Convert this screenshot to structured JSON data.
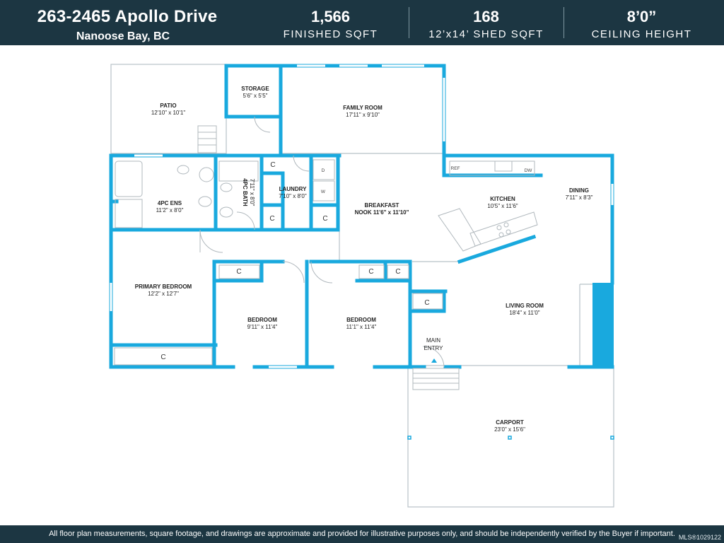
{
  "header": {
    "address_line1": "263-2465 Apollo Drive",
    "address_line2": "Nanoose Bay, BC",
    "stats": [
      {
        "value": "1,566",
        "label": "FINISHED SQFT"
      },
      {
        "value": "168",
        "label": "12’x14’ SHED SQFT"
      },
      {
        "value": "8’0”",
        "label": "CEILING HEIGHT"
      }
    ]
  },
  "rooms": {
    "patio": {
      "name": "PATIO",
      "dims": "12'10\" x 10'1\""
    },
    "storage": {
      "name": "STORAGE",
      "dims": "5'6\" x 5'5\""
    },
    "family_room": {
      "name": "FAMILY ROOM",
      "dims": "17'11\" x 9'10\""
    },
    "ensuite": {
      "name": "4PC ENS",
      "dims": "11'2\" x 8'0\""
    },
    "bath": {
      "name": "4PC BATH",
      "dims": "7'11\" x 8'0\""
    },
    "laundry": {
      "name": "LAUNDRY",
      "dims": "7'10\" x 8'0\""
    },
    "breakfast_nook": {
      "name": "BREAKFAST",
      "name2": "NOOK 11'6\" x 11'10\""
    },
    "kitchen": {
      "name": "KITCHEN",
      "dims": "10'5\" x 11'6\""
    },
    "dining": {
      "name": "DINING",
      "dims": "7'11\" x 8'3\""
    },
    "primary_bedroom": {
      "name": "PRIMARY BEDROOM",
      "dims": "12'2\" x 12'7\""
    },
    "bedroom_1": {
      "name": "BEDROOM",
      "dims": "9'11\" x 11'4\""
    },
    "bedroom_2": {
      "name": "BEDROOM",
      "dims": "11'1\" x 11'4\""
    },
    "living_room": {
      "name": "LIVING ROOM",
      "dims": "18'4\" x 11'0\""
    },
    "main_entry": {
      "name": "MAIN",
      "name2": "ENTRY"
    },
    "carport": {
      "name": "CARPORT",
      "dims": "23'0\" x 15'6\""
    }
  },
  "closet_label": "C",
  "appliances": {
    "dryer": "D",
    "washer": "W",
    "fridge": "REF",
    "dishwasher": "DW"
  },
  "colors": {
    "wall": "#19a9de",
    "header_bg": "#1c3642"
  },
  "footer": {
    "disclaimer": "All floor plan measurements, square footage, and drawings are approximate and provided for illustrative purposes only, and should be independently verified by the Buyer if important.",
    "mls": "MLS®1029122"
  }
}
